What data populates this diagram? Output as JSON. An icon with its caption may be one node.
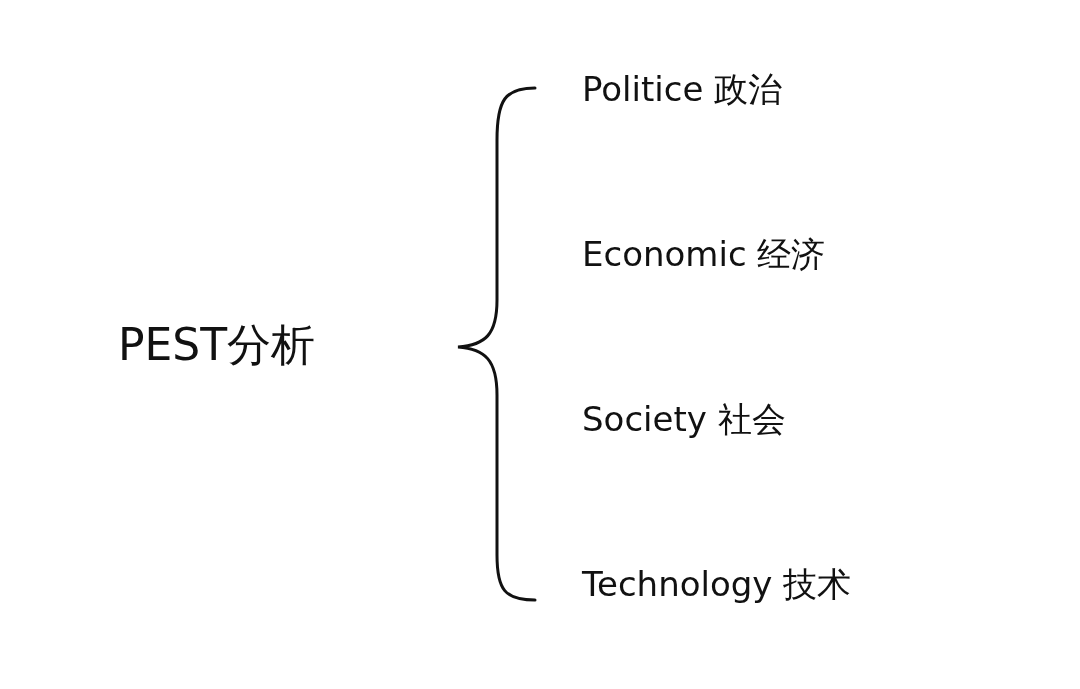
{
  "diagram": {
    "labels": [
      "PEST分析",
      "Politice 政治",
      "Economic 经济",
      "Society 社会",
      "Technology 技术"
    ]
  }
}
